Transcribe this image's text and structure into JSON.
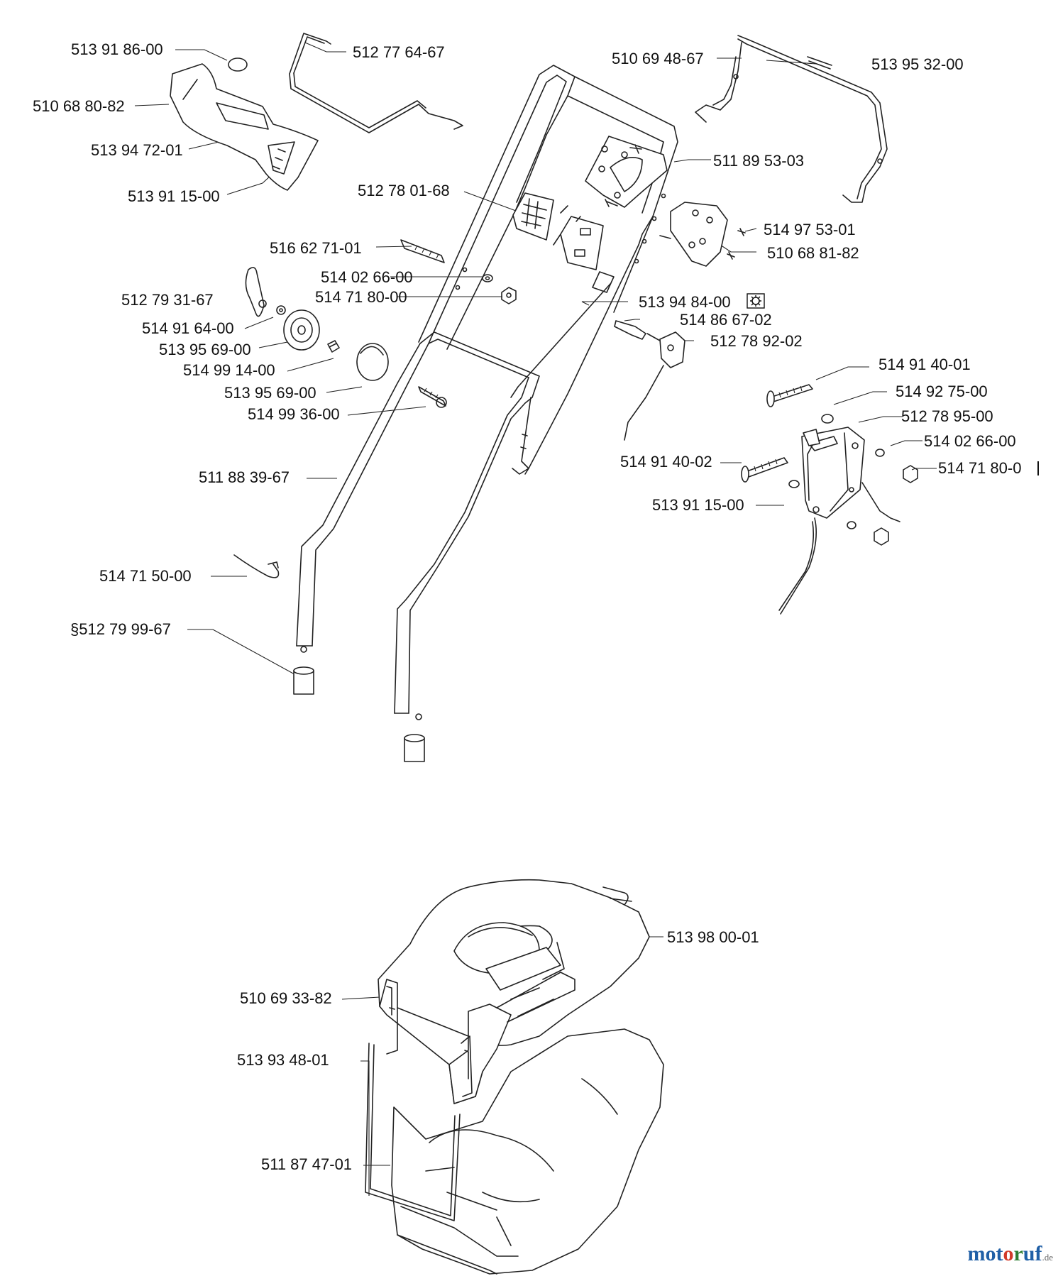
{
  "labels": [
    "513 91 86-00",
    "510 68 80-82",
    "513 94 72-01",
    "513 91 15-00",
    "512 77 64-67",
    "510 69 48-67",
    "513 95 32-00",
    "511 89 53-03",
    "512 78 01-68",
    "514 97 53-01",
    "510 68 81-82",
    "516 62 71-01",
    "514 02 66-00",
    "514 71 80-00",
    "512 79 31-67",
    "513 94 84-00",
    "514 86 67-02",
    "512 78 92-02",
    "514 91 64-00",
    "513 95 69-00",
    "514 99 14-00",
    "513 95 69-00",
    "514 99 36-00",
    "514 91 40-01",
    "514 92 75-00",
    "512 78 95-00",
    "514 02 66-00",
    "514 71 80-0",
    "514 91 40-02",
    "513 91 15-00",
    "511 88 39-67",
    "514 71 50-00",
    "§512 79 99-67",
    "513 98 00-01",
    "510 69 33-82",
    "513 93 48-01",
    "511 87 47-01"
  ],
  "watermark": {
    "m1": "mot",
    "o": "o",
    "r": "r",
    "uf": "uf",
    "tld": ".de"
  },
  "colors": {
    "m1": "#1f5fa6",
    "o": "#d23a2a",
    "r": "#2e7d32",
    "uf": "#1f5fa6",
    "tld": "#666666"
  }
}
